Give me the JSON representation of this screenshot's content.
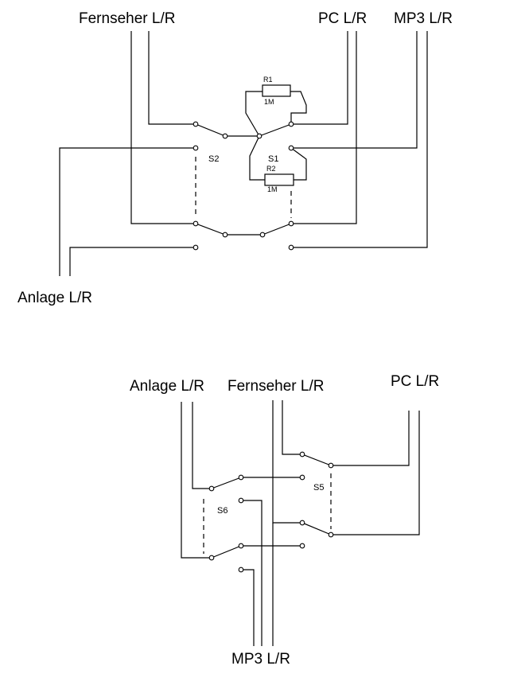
{
  "diagram_top": {
    "labels": {
      "fernseher": "Fernseher L/R",
      "pc": "PC L/R",
      "mp3": "MP3 L/R",
      "anlage": "Anlage L/R"
    },
    "switches": {
      "s1": "S1",
      "s2": "S2"
    },
    "resistors": {
      "r1": {
        "name": "R1",
        "value": "1M"
      },
      "r2": {
        "name": "R2",
        "value": "1M"
      }
    }
  },
  "diagram_bottom": {
    "labels": {
      "anlage": "Anlage L/R",
      "fernseher": "Fernseher L/R",
      "pc": "PC L/R",
      "mp3": "MP3 L/R"
    },
    "switches": {
      "s5": "S5",
      "s6": "S6"
    }
  }
}
